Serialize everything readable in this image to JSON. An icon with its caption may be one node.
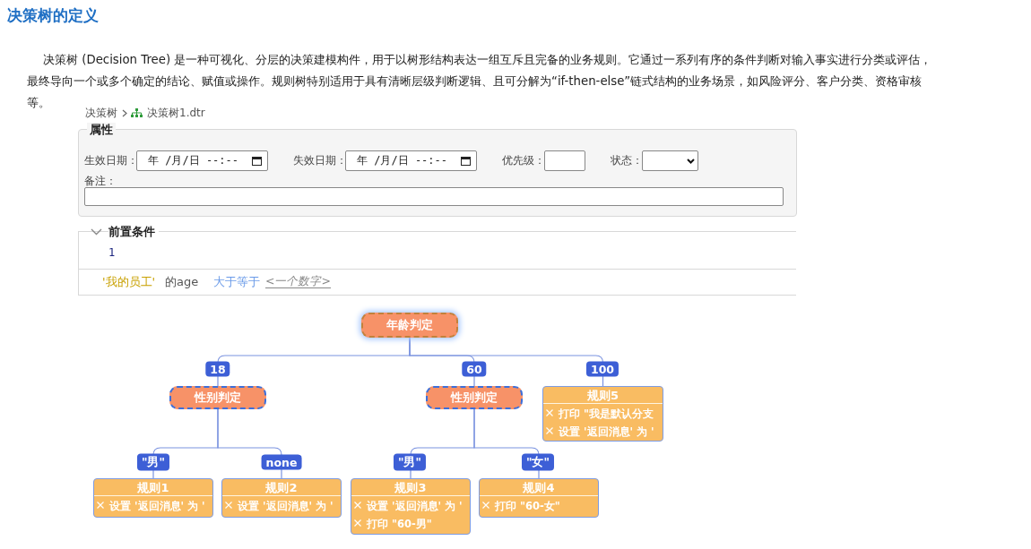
{
  "diagram": {
    "title": "决策树的定义",
    "nodes": [
      {
        "text": [
          "年龄判定"
        ]
      },
      {
        "text": [
          "性别判定"
        ]
      },
      {
        "text": [
          "性别判定"
        ]
      },
      {
        "text": [
          "规则5",
          "打印 \"我是默认分支",
          "设置 '返回消息' 为 '"
        ]
      },
      {
        "text": [
          "规则1",
          "设置 '返回消息' 为 '"
        ]
      },
      {
        "text": [
          "规则2",
          "设置 '返回消息' 为 '"
        ]
      },
      {
        "text": [
          "规则3",
          "设置 '返回消息' 为 '",
          "打印 \"60-男\""
        ]
      },
      {
        "text": [
          "规则4",
          "打印 \"60-女\""
        ]
      }
    ],
    "edges": [
      {
        "from": 0,
        "to": 1,
        "arrow": "none",
        "label": "18"
      },
      {
        "from": 0,
        "to": 2,
        "arrow": "none",
        "label": "60"
      },
      {
        "from": 0,
        "to": 3,
        "arrow": "none",
        "label": "100"
      },
      {
        "from": 1,
        "to": 4,
        "arrow": "none",
        "label": "\"男\""
      },
      {
        "from": 1,
        "to": 5,
        "arrow": "none",
        "label": "none"
      },
      {
        "from": 2,
        "to": 6,
        "arrow": "none",
        "label": "\"男\""
      },
      {
        "from": 2,
        "to": 7,
        "arrow": "none",
        "label": "\"女\""
      }
    ],
    "labels": [
      "决策树 (Decision Tree) 是一种可视化、分层的决策建模构件，用于以树形结构表达一组互斥且完备的业务规则。它通过一系列有序的条件判断对输入事实进行分类或评估，最终导向一个或多个确定的结论、赋值或操作。规则树特别适用于具有清晰层级判断逻辑、且可分解为“if-then-else”链式结构的业务场景，如风险评分、客户分类、资格审核等。",
      "决策树",
      "决策树1.dtr",
      "属性",
      "生效日期：",
      "年 /月/日 --:--",
      "失效日期：",
      "年 /月/日 --:--",
      "优先级：",
      "状态：",
      "备注：",
      "前置条件",
      "1",
      "'我的员工'",
      "的age",
      "大于等于",
      "<一个数字>"
    ]
  }
}
